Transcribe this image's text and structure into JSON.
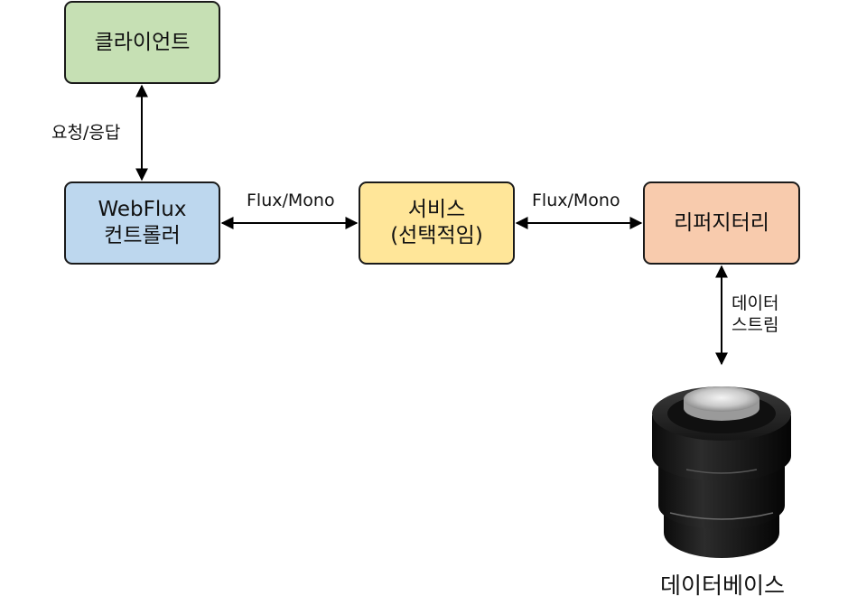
{
  "nodes": {
    "client": "클라이언트",
    "controller_line1": "WebFlux",
    "controller_line2": "컨트롤러",
    "service_line1": "서비스",
    "service_line2": "(선택적임)",
    "repository": "리퍼지터리"
  },
  "edges": {
    "client_controller": "요청/응답",
    "controller_service": "Flux/Mono",
    "service_repository": "Flux/Mono",
    "repository_db_line1": "데이터",
    "repository_db_line2": "스트림"
  },
  "database": {
    "label": "데이터베이스",
    "icon": "database-stack-icon"
  },
  "colors": {
    "client": "#c6e0b4",
    "controller": "#bdd7ee",
    "service": "#ffe699",
    "repository": "#f8cbad",
    "border": "#1a1a1a"
  }
}
